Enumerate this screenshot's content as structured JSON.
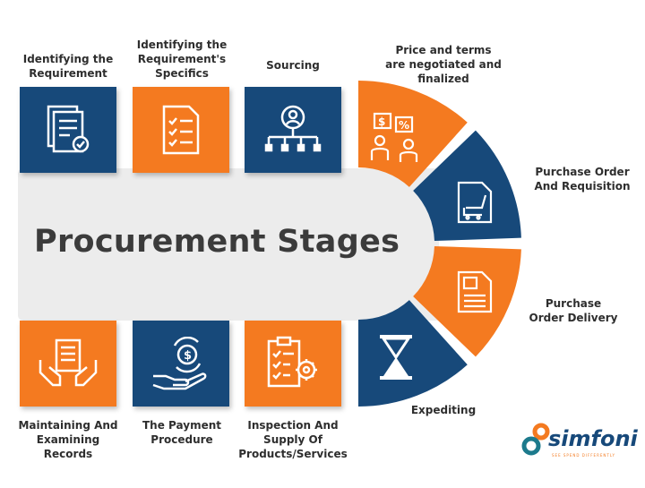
{
  "title": "Procurement Stages",
  "colors": {
    "blue": "#17497a",
    "orange": "#f47a20",
    "band": "#ececec"
  },
  "top_stages": [
    {
      "label": "Identifying the Requirement",
      "icon": "document-check-icon",
      "color": "blue"
    },
    {
      "label": "Identifying the Requirement's Specifics",
      "icon": "checklist-icon",
      "color": "orange"
    },
    {
      "label": "Sourcing",
      "icon": "org-chart-icon",
      "color": "blue"
    }
  ],
  "arc_stages": [
    {
      "label": "Price and terms are negotiated and finalized",
      "icon": "negotiation-icon",
      "color": "orange"
    },
    {
      "label": "Purchase Order And Requisition",
      "icon": "cart-document-icon",
      "color": "blue"
    },
    {
      "label": "Purchase Order Delivery",
      "icon": "invoice-icon",
      "color": "orange"
    },
    {
      "label": "Expediting",
      "icon": "hourglass-icon",
      "color": "blue"
    }
  ],
  "bottom_stages": [
    {
      "label": "Maintaining And Examining Records",
      "icon": "records-hands-icon",
      "color": "orange"
    },
    {
      "label": "The Payment Procedure",
      "icon": "payment-hand-icon",
      "color": "blue"
    },
    {
      "label": "Inspection And Supply Of Products/Services",
      "icon": "inspection-clipboard-icon",
      "color": "orange"
    }
  ],
  "logo": {
    "name": "simfoni",
    "tagline": "SEE SPEND DIFFERENTLY"
  }
}
